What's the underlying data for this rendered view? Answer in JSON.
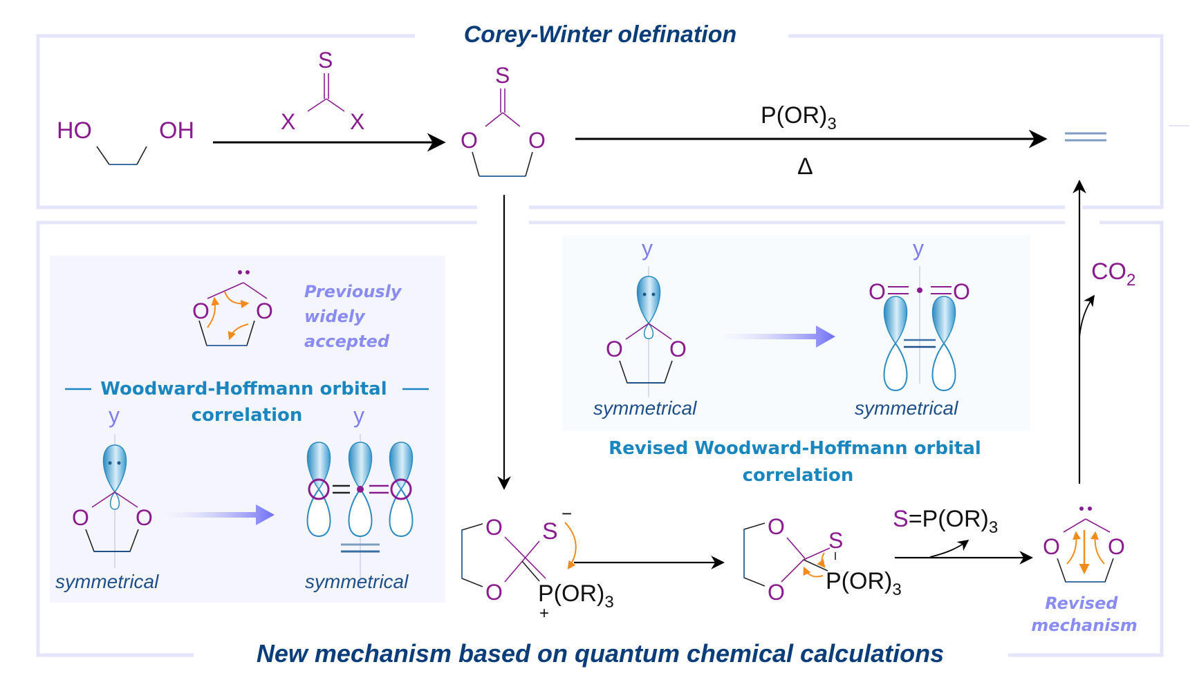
{
  "top_panel": {
    "title": "Corey-Winter olefination",
    "diol": {
      "left": "HO",
      "right": "OH"
    },
    "reagent1": {
      "top": "S",
      "left": "X",
      "right": "X"
    },
    "thionocarbonate": {
      "top": "S",
      "left": "O",
      "right": "O"
    },
    "arrow2_above": "P(OR)",
    "arrow2_above_sub": "3",
    "arrow2_below": "Δ"
  },
  "left_box": {
    "carbene_label": {
      "left": "O",
      "right": "O"
    },
    "note": [
      "Previously",
      "widely",
      "accepted"
    ],
    "heading_line1": "Woodward-Hoffmann orbital",
    "heading_line2": "correlation",
    "axis_label": "y",
    "left_caption": "symmetrical",
    "right_caption": "symmetrical",
    "atoms": {
      "O": "O"
    }
  },
  "right_box": {
    "axis_label": "y",
    "left_caption": "symmetrical",
    "right_caption": "symmetrical",
    "co2": {
      "left": "O",
      "right": "O"
    },
    "heading_line1": "Revised Woodward-Hoffmann orbital",
    "heading_line2": "correlation"
  },
  "bottom_panel": {
    "title": "New mechanism based on quantum chemical calculations",
    "int1": {
      "o_top": "O",
      "o_bottom": "O",
      "s": "S",
      "charge_minus": "−",
      "p": "P(OR)",
      "p_sub": "3",
      "charge_plus": "+"
    },
    "int2": {
      "o_top": "O",
      "o_bottom": "O",
      "s": "S",
      "p": "P(OR)",
      "p_sub": "3"
    },
    "byproduct": {
      "s": "S",
      "rest": "=P(OR)",
      "sub": "3"
    },
    "carbene": {
      "left": "O",
      "right": "O"
    },
    "revised_label": [
      "Revised",
      "mechanism"
    ],
    "co2": {
      "text": "CO",
      "sub": "2"
    }
  },
  "colors": {
    "frame": "#e4e4fb",
    "box_bg": "#f4f5fd",
    "title": "#0a3d7a",
    "heading": "#1a86c0",
    "atom": "#8a1a8f",
    "orange": "#f28a1c",
    "arrow_grad": "#6f6ff5",
    "bond_blue": "#3a6ea5"
  }
}
